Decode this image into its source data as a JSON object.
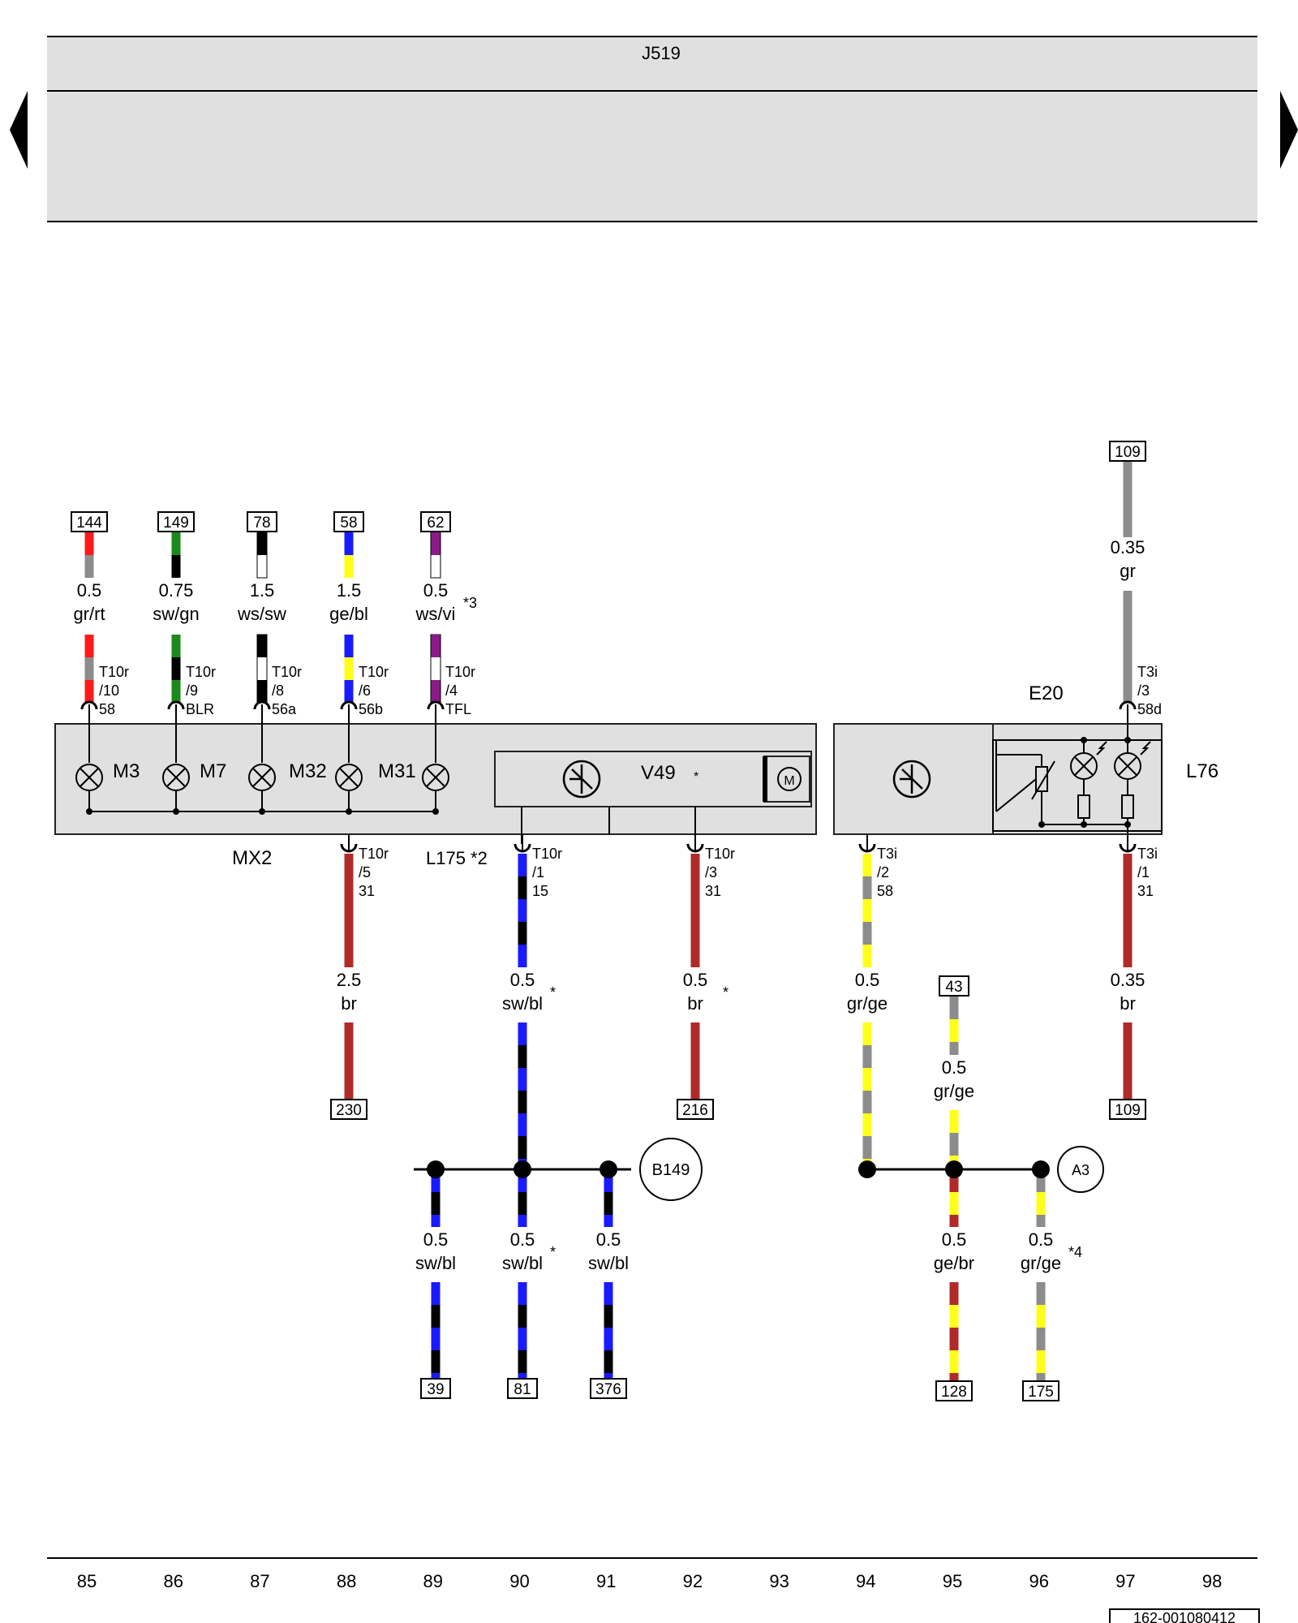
{
  "header": {
    "title": "J519"
  },
  "nav": {
    "prev": "previous-page",
    "next": "next-page"
  },
  "components": {
    "mx2": "MX2",
    "l175": "L175 *2",
    "v49": "V49",
    "v49_star": "*",
    "e20": "E20",
    "l76": "L76",
    "m3": "M3",
    "m7": "M7",
    "m32": "M32",
    "m31": "M31",
    "motor": "M"
  },
  "pins": [
    {
      "id": "p-t10r-10",
      "lines": [
        "T10r",
        "/10",
        "58"
      ]
    },
    {
      "id": "p-t10r-9",
      "lines": [
        "T10r",
        "/9",
        "BLR"
      ]
    },
    {
      "id": "p-t10r-8",
      "lines": [
        "T10r",
        "/8",
        "56a"
      ]
    },
    {
      "id": "p-t10r-6",
      "lines": [
        "T10r",
        "/6",
        "56b"
      ]
    },
    {
      "id": "p-t10r-4",
      "lines": [
        "T10r",
        "/4",
        "TFL"
      ]
    },
    {
      "id": "p-t3i-3",
      "lines": [
        "T3i",
        "/3",
        "58d"
      ]
    },
    {
      "id": "p-t10r-5",
      "lines": [
        "T10r",
        "/5",
        "31"
      ]
    },
    {
      "id": "p-t10r-1",
      "lines": [
        "T10r",
        "/1",
        "15"
      ]
    },
    {
      "id": "p-t10r-3",
      "lines": [
        "T10r",
        "/3",
        "31"
      ]
    },
    {
      "id": "p-t3i-2",
      "lines": [
        "T3i",
        "/2",
        "58"
      ]
    },
    {
      "id": "p-t3i-1",
      "lines": [
        "T3i",
        "/1",
        "31"
      ]
    }
  ],
  "wire_labels": [
    {
      "id": "w-88-top",
      "size": "0.5",
      "color": "gr/rt",
      "note": ""
    },
    {
      "id": "w-86-top",
      "size": "0.75",
      "color": "sw/gn",
      "note": ""
    },
    {
      "id": "w-87-top",
      "size": "1.5",
      "color": "ws/sw",
      "note": ""
    },
    {
      "id": "w-88b-top",
      "size": "1.5",
      "color": "ge/bl",
      "note": ""
    },
    {
      "id": "w-89-top",
      "size": "0.5",
      "color": "ws/vi",
      "note": "*3"
    },
    {
      "id": "w-97-top",
      "size": "0.35",
      "color": "gr",
      "note": ""
    },
    {
      "id": "w-88-bot",
      "size": "2.5",
      "color": "br",
      "note": ""
    },
    {
      "id": "w-90-bot",
      "size": "0.5",
      "color": "sw/bl",
      "note": "*"
    },
    {
      "id": "w-92-bot",
      "size": "0.5",
      "color": "br",
      "note": "*"
    },
    {
      "id": "w-94-bot",
      "size": "0.5",
      "color": "gr/ge",
      "note": ""
    },
    {
      "id": "w-95-mid",
      "size": "0.5",
      "color": "gr/ge",
      "note": ""
    },
    {
      "id": "w-97-bot",
      "size": "0.35",
      "color": "br",
      "note": ""
    },
    {
      "id": "w-89-low",
      "size": "0.5",
      "color": "sw/bl",
      "note": ""
    },
    {
      "id": "w-90-low",
      "size": "0.5",
      "color": "sw/bl",
      "note": "*"
    },
    {
      "id": "w-91-low",
      "size": "0.5",
      "color": "sw/bl",
      "note": ""
    },
    {
      "id": "w-95-low",
      "size": "0.5",
      "color": "ge/br",
      "note": ""
    },
    {
      "id": "w-96-low",
      "size": "0.5",
      "color": "gr/ge",
      "note": "*4"
    }
  ],
  "refs": [
    "144",
    "149",
    "78",
    "58",
    "62",
    "109",
    "230",
    "216",
    "109",
    "43",
    "39",
    "81",
    "376",
    "128",
    "175"
  ],
  "junctions": {
    "b149": "B149",
    "a3": "A3"
  },
  "footer": {
    "columns": [
      "85",
      "86",
      "87",
      "88",
      "89",
      "90",
      "91",
      "92",
      "93",
      "94",
      "95",
      "96",
      "97",
      "98"
    ],
    "doc_id": "162-001080412"
  },
  "colors": {
    "gr": "#8c8c8c",
    "rt": "#ff1a1a",
    "sw": "#000000",
    "gn": "#1a8a1a",
    "ws": "#ffffff",
    "ge": "#ffff1a",
    "bl": "#1a1aff",
    "vi": "#8a1a8a",
    "br": "#b02a2a",
    "panel": "#e0e0e0"
  }
}
